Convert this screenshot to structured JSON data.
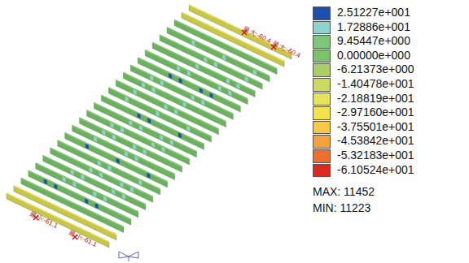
{
  "diagram": {
    "labels": [
      "最大:-60.4",
      "最大:-60.4",
      "最小:-61.1",
      "最小:-61.1",
      "MAX: 11452",
      "MIN: 11223"
    ],
    "legend": [
      {
        "text": "2.51227e+001",
        "color": "#1f4fae"
      },
      {
        "text": "1.72886e+001",
        "color": "#8fd3cf"
      },
      {
        "text": "9.45447e+000",
        "color": "#7fc67d"
      },
      {
        "text": "0.00000e+000",
        "color": "#7bc26b"
      },
      {
        "text": "-6.21373e+000",
        "color": "#a9cf62"
      },
      {
        "text": "-1.40478e+001",
        "color": "#cbd95f"
      },
      {
        "text": "-2.18819e+001",
        "color": "#e6e35a"
      },
      {
        "text": "-2.97160e+001",
        "color": "#f4e24c"
      },
      {
        "text": "-3.75501e+001",
        "color": "#f5c84a"
      },
      {
        "text": "-4.53842e+001",
        "color": "#f3a23f"
      },
      {
        "text": "-5.32183e+001",
        "color": "#ee6e2f"
      },
      {
        "text": "-6.10524e+001",
        "color": "#dd2a1f"
      }
    ]
  }
}
